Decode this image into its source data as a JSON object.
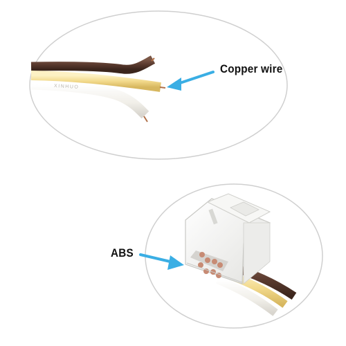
{
  "labels": {
    "copper_wire": "Copper wire",
    "abs": "ABS"
  },
  "sheath_print": "XINHUO",
  "colors": {
    "arrow": "#3aaee4",
    "ellipse_outline": "#cfcfcf",
    "wire_brown": "#5a3a2e",
    "wire_yellow": "#f2d98b",
    "wire_white": "#f5f3ee",
    "connector": "#f4f4f2"
  },
  "icons": [
    "arrow-icon",
    "arrow-icon"
  ]
}
